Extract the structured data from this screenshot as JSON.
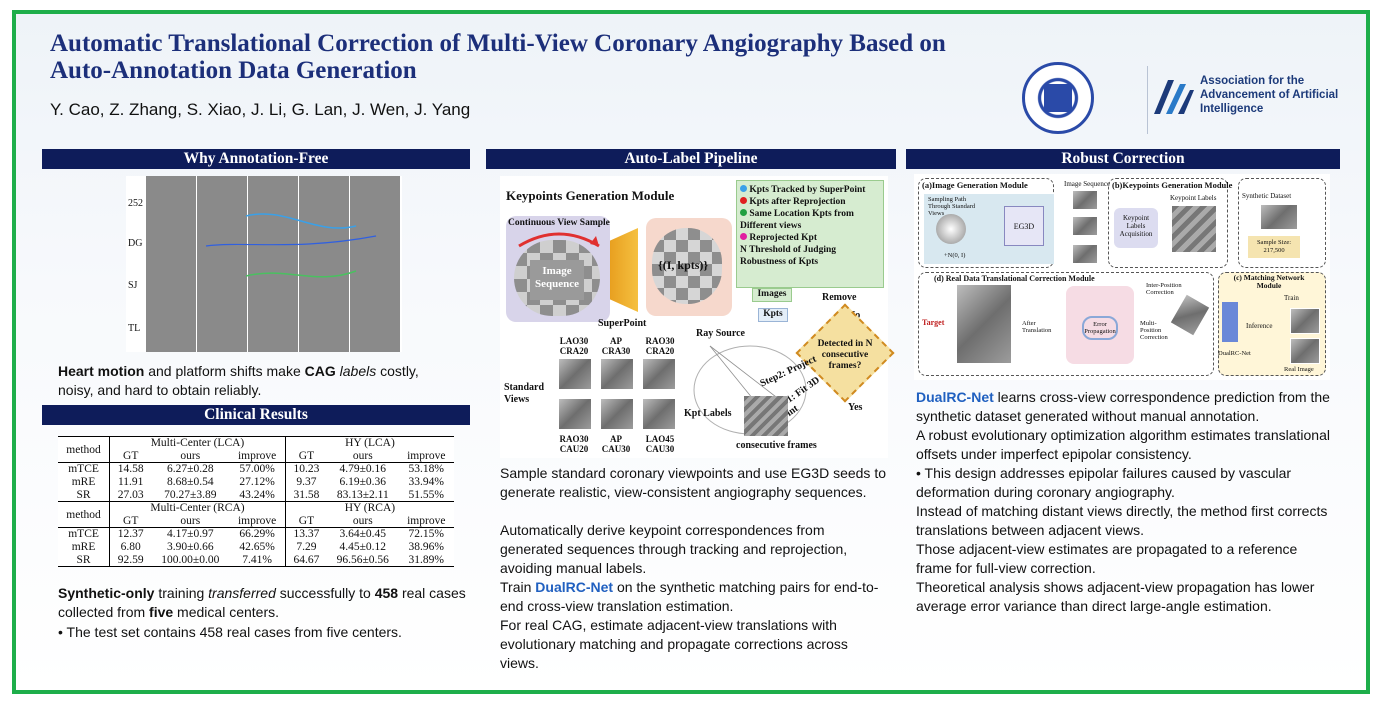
{
  "header": {
    "title": "Automatic Translational Correction of Multi-View Coronary Angiography Based on Auto-Annotation Data Generation",
    "authors": "Y. Cao, Z. Zhang, S. Xiao, J. Li, G. Lan, J. Wen, J. Yang",
    "aaai_text": "Association for the Advancement of Artificial Intelligence"
  },
  "sections": {
    "why": "Why Annotation-Free",
    "pipeline": "Auto-Label Pipeline",
    "robust": "Robust Correction",
    "clinical": "Clinical Results"
  },
  "why": {
    "row_labels": [
      "252",
      "DG",
      "SJ",
      "TL"
    ],
    "text_bold1": "Heart motion",
    "text_mid1": " and platform shifts make ",
    "text_bold2": "CAG",
    "text_italic": "labels",
    "text_end": " costly, noisy, and hard to obtain reliably."
  },
  "table": {
    "method": "method",
    "lca_group": "Multi-Center (LCA)",
    "hy_lca_group": "HY (LCA)",
    "rca_group": "Multi-Center (RCA)",
    "hy_rca_group": "HY (RCA)",
    "cols": [
      "GT",
      "ours",
      "improve",
      "GT",
      "ours",
      "improve"
    ],
    "lca_rows": [
      [
        "mTCE",
        "14.58",
        "6.27±0.28",
        "57.00%",
        "10.23",
        "4.79±0.16",
        "53.18%"
      ],
      [
        "mRE",
        "11.91",
        "8.68±0.54",
        "27.12%",
        "9.37",
        "6.19±0.36",
        "33.94%"
      ],
      [
        "SR",
        "27.03",
        "70.27±3.89",
        "43.24%",
        "31.58",
        "83.13±2.11",
        "51.55%"
      ]
    ],
    "rca_rows": [
      [
        "mTCE",
        "12.37",
        "4.17±0.97",
        "66.29%",
        "13.37",
        "3.64±0.45",
        "72.15%"
      ],
      [
        "mRE",
        "6.80",
        "3.90±0.66",
        "42.65%",
        "7.29",
        "4.45±0.12",
        "38.96%"
      ],
      [
        "SR",
        "92.59",
        "100.00±0.00",
        "7.41%",
        "64.67",
        "96.56±0.56",
        "31.89%"
      ]
    ]
  },
  "clinical": {
    "b1": "Synthetic-only",
    "t1": " training ",
    "i1": "transferred",
    "t2": " successfully to ",
    "b2": "458",
    "t3": " real cases collected from ",
    "b3": "five",
    "t4": " medical centers.",
    "bullet": "• The test set contains 458 real cases from five centers."
  },
  "pipeline_fig": {
    "module_title": "Keypoints Generation Module",
    "continuous": "Continuous View Sample",
    "image_sequence": "Image Sequence",
    "superpoint": "SuperPoint",
    "ikpts": "{(I, kpts)}",
    "legend": [
      {
        "text": "Kpts Tracked by SuperPoint",
        "color": "#3aa0e8"
      },
      {
        "text": "Kpts after Reprojection",
        "color": "#e02020"
      },
      {
        "text": "Same Location Kpts from Different views",
        "color": "#20a040"
      },
      {
        "text": "Reprojected Kpt",
        "color": "#e020a0"
      }
    ],
    "legend_n": "N Threshold of Judging Robustness of Kpts",
    "images": "Images",
    "kpts": "Kpts",
    "remove": "Remove",
    "no": "No",
    "yes": "Yes",
    "decision": "Detected in N consecutive frames?",
    "ray_source": "Ray Source",
    "step2": "Step2: Project",
    "step1": "Step1: Fit 3D Point",
    "kpt_labels": "Kpt Labels",
    "consecutive": "consecutive frames",
    "standard_views": "Standard Views",
    "views_top": [
      "LAO30 CRA20",
      "AP CRA30",
      "RAO30 CRA20"
    ],
    "views_bottom": [
      "RAO30 CAU20",
      "AP CAU30",
      "LAO45 CAU30"
    ]
  },
  "pipeline_text": [
    "Sample standard coronary viewpoints and use EG3D seeds to generate realistic, view-consistent angiography sequences.",
    "Automatically derive keypoint correspondences from generated sequences through tracking and reprojection, avoiding manual labels."
  ],
  "pipeline_train": {
    "pre": "Train ",
    "net": "DualRC-Net",
    "post": " on the synthetic matching pairs for end-to-end cross-view translation estimation."
  },
  "pipeline_last": "For real CAG, estimate adjacent-view translations with evolutionary matching and propagate corrections across views.",
  "robust_fig": {
    "a": "(a)Image Generation Module",
    "a_sub": "Sampling Path Through Standard Views",
    "a_noise": "+N(0, I)",
    "eg3d": "EG3D",
    "img_seq": "Image Sequence",
    "b": "(b)Keypoints Generation Module",
    "kpt_labels": "Keypoint Labels",
    "kpt_acq": "Keypoint Labels Acquisition",
    "synth": "Synthetic Dataset",
    "sample_size": "Sample Size: 217,500",
    "d": "(d) Real Data Translational Correction Module",
    "target": "Target",
    "after": "After Translation",
    "error_prop": "Error Propagation",
    "multi_pos": "Multi-Position Correction",
    "inter_pos": "Inter-Position Correction",
    "c": "(c) Matching Network Module",
    "train": "Train",
    "inference": "Inference",
    "dualrc": "DualRC-Net",
    "real_image": "Real Image"
  },
  "robust_text": {
    "net": "DualRC-Net",
    "first_rest": " learns cross-view correspondence prediction from the synthetic dataset generated without manual annotation.",
    "p2": "A robust evolutionary optimization algorithm estimates translational offsets under imperfect epipolar consistency.",
    "p3": "• This design addresses epipolar failures caused by vascular deformation during coronary angiography.",
    "p4": "Instead of matching distant views directly, the method first corrects translations between adjacent views.",
    "p5": "Those adjacent-view estimates are propagated to a reference frame for full-view correction.",
    "p6": "Theoretical analysis shows adjacent-view propagation has lower average error variance than direct large-angle estimation."
  }
}
